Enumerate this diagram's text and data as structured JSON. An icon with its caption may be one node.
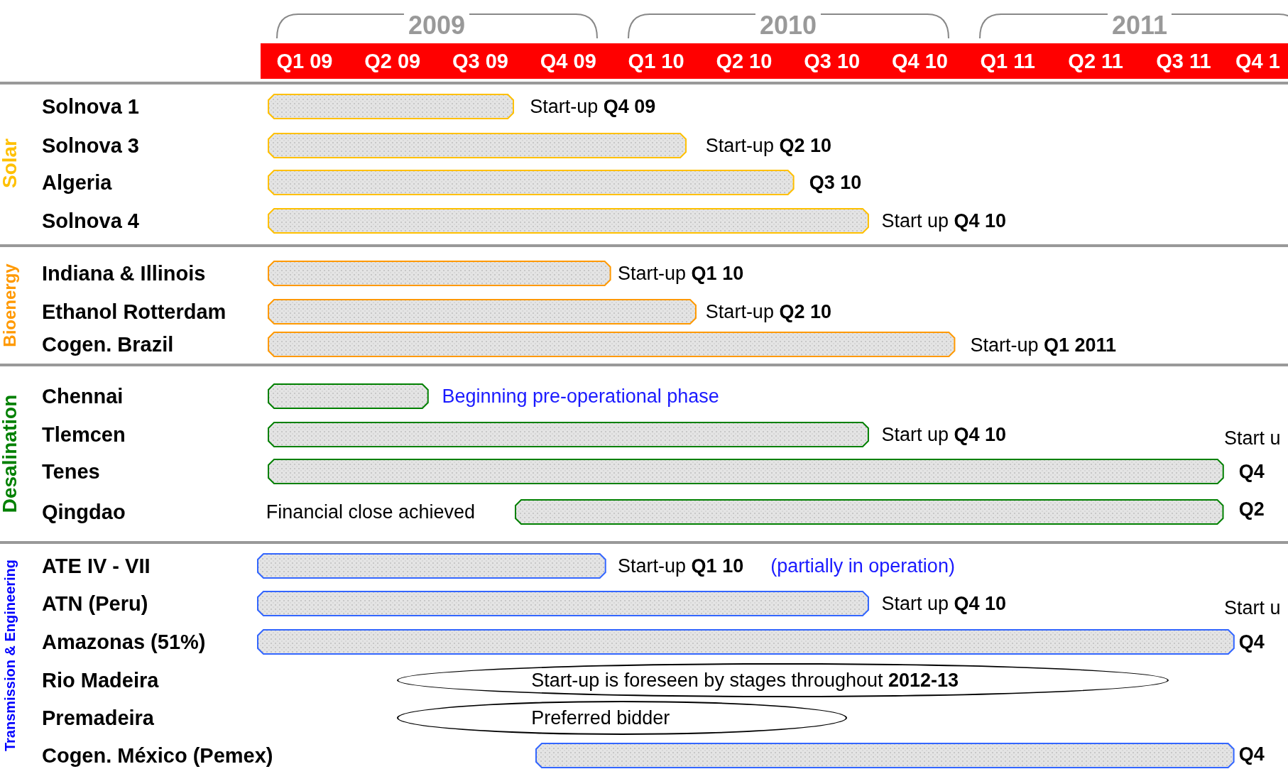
{
  "diagram": {
    "nodes": [
      {
        "text": [],
        "shape": "bar",
        "beside": [
          "Start-up **Q4 09**"
        ]
      },
      {
        "text": [],
        "shape": "bar",
        "beside": [
          "Start-up **Q2 10**"
        ]
      },
      {
        "text": [],
        "shape": "bar",
        "beside": [
          "Q3 10"
        ]
      },
      {
        "text": [],
        "shape": "bar",
        "beside": [
          "Start up **Q4 10**"
        ]
      },
      {
        "text": [],
        "shape": "bar",
        "beside": [
          "Start-up **Q1 10**"
        ]
      },
      {
        "text": [],
        "shape": "bar",
        "beside": [
          "Start-up **Q2 10**"
        ]
      },
      {
        "text": [],
        "shape": "bar",
        "beside": [
          "Start-up **Q1 2011**"
        ]
      },
      {
        "text": [],
        "shape": "bar",
        "beside": [
          "Beginning pre-operational phase"
        ]
      },
      {
        "text": [],
        "shape": "bar",
        "beside": [
          "Start up **Q4 10**"
        ]
      },
      {
        "text": [],
        "shape": "bar",
        "beside": [
          "Start u",
          "Q4"
        ]
      },
      {
        "text": [],
        "shape": "bar",
        "beside": [
          "Q2"
        ]
      },
      {
        "text": [],
        "shape": "bar",
        "beside": [
          "Start-up **Q1 10**"
        ]
      },
      {
        "text": [],
        "shape": "bar",
        "beside": [
          "Start up **Q4 10**"
        ]
      },
      {
        "text": [],
        "shape": "bar",
        "beside": [
          "Start u",
          "Q4"
        ]
      },
      {
        "text": [
          "Start-up is foreseen by stages throughout **2012-13**"
        ]
      },
      {
        "text": [
          "Preferred bidder"
        ]
      },
      {
        "text": [],
        "shape": "bar",
        "beside": [
          "Q4"
        ]
      }
    ],
    "labels": [
      "2009",
      "2010",
      "2011",
      "Q1 09",
      "Q2 09",
      "Q3 09",
      "Q4 09",
      "Q1 10",
      "Q2 10",
      "Q3 10",
      "Q4 10",
      "Q1 11",
      "Q2 11",
      "Q3 11",
      "Q4 1",
      "Solar",
      "Solnova 1",
      "Solnova 3",
      "Algeria",
      "Solnova 4",
      "Bioenergy",
      "Indiana & Illinois",
      "Ethanol Rotterdam",
      "Cogen. Brazil",
      "Desalination",
      "Chennai",
      "Tlemcen",
      "Tenes",
      "Qingdao",
      "Financial close achieved",
      "Transmission & Engineering",
      "ATE IV - VII",
      "(partially in operation)",
      "ATN (Peru)",
      "Amazonas (51%)",
      "Rio Madeira",
      "Premadeira",
      "Cogen. México (Pemex)"
    ]
  }
}
